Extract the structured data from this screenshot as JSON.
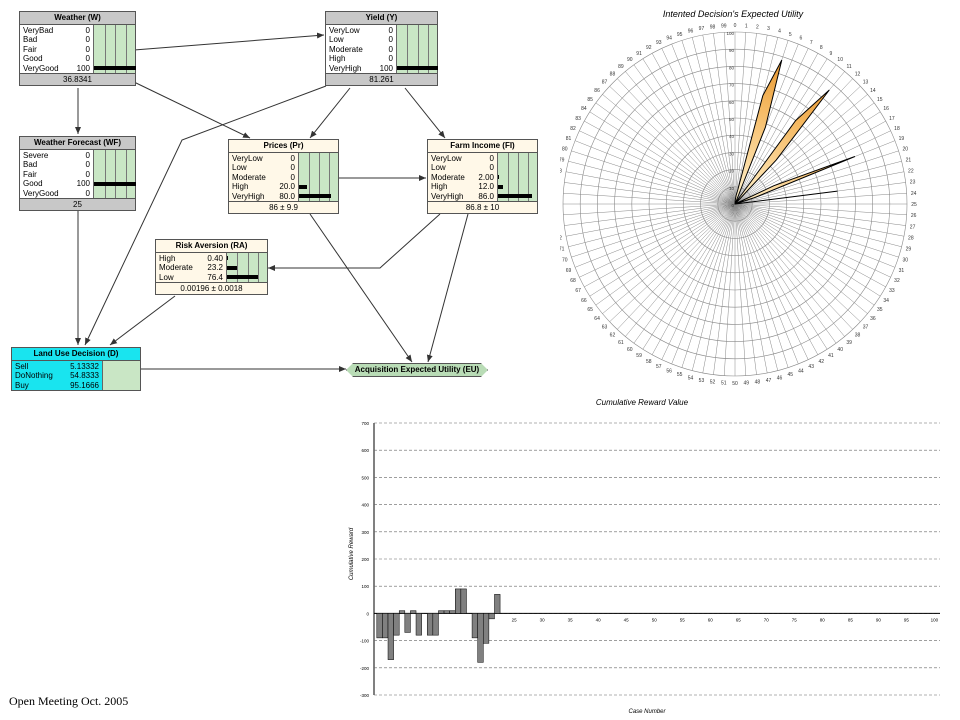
{
  "nodes": {
    "weather": {
      "title": "Weather (W)",
      "rows": [
        {
          "label": "VeryBad",
          "value": "0",
          "pct": 0
        },
        {
          "label": "Bad",
          "value": "0",
          "pct": 0
        },
        {
          "label": "Fair",
          "value": "0",
          "pct": 0
        },
        {
          "label": "Good",
          "value": "0",
          "pct": 0
        },
        {
          "label": "VeryGood",
          "value": "100",
          "pct": 100
        }
      ],
      "footer": "36.8341"
    },
    "yield": {
      "title": "Yield (Y)",
      "rows": [
        {
          "label": "VeryLow",
          "value": "0",
          "pct": 0
        },
        {
          "label": "Low",
          "value": "0",
          "pct": 0
        },
        {
          "label": "Moderate",
          "value": "0",
          "pct": 0
        },
        {
          "label": "High",
          "value": "0",
          "pct": 0
        },
        {
          "label": "VeryHigh",
          "value": "100",
          "pct": 100
        }
      ],
      "footer": "81.261"
    },
    "weather_forecast": {
      "title": "Weather Forecast (WF)",
      "rows": [
        {
          "label": "Severe",
          "value": "0",
          "pct": 0
        },
        {
          "label": "Bad",
          "value": "0",
          "pct": 0
        },
        {
          "label": "Fair",
          "value": "0",
          "pct": 0
        },
        {
          "label": "Good",
          "value": "100",
          "pct": 100
        },
        {
          "label": "VeryGood",
          "value": "0",
          "pct": 0
        }
      ],
      "footer": "25"
    },
    "prices": {
      "title": "Prices (Pr)",
      "rows": [
        {
          "label": "VeryLow",
          "value": "0",
          "pct": 0
        },
        {
          "label": "Low",
          "value": "0",
          "pct": 0
        },
        {
          "label": "Moderate",
          "value": "0",
          "pct": 0
        },
        {
          "label": "High",
          "value": "20.0",
          "pct": 20
        },
        {
          "label": "VeryHigh",
          "value": "80.0",
          "pct": 80
        }
      ],
      "footer": "86 ± 9.9"
    },
    "farm_income": {
      "title": "Farm Income (FI)",
      "rows": [
        {
          "label": "VeryLow",
          "value": "0",
          "pct": 0
        },
        {
          "label": "Low",
          "value": "0",
          "pct": 0
        },
        {
          "label": "Moderate",
          "value": "2.00",
          "pct": 2
        },
        {
          "label": "High",
          "value": "12.0",
          "pct": 12
        },
        {
          "label": "VeryHigh",
          "value": "86.0",
          "pct": 86
        }
      ],
      "footer": "86.8 ± 10"
    },
    "risk_aversion": {
      "title": "Risk Aversion (RA)",
      "rows": [
        {
          "label": "High",
          "value": "0.40",
          "pct": 0.4
        },
        {
          "label": "Moderate",
          "value": "23.2",
          "pct": 23.2
        },
        {
          "label": "Low",
          "value": "76.4",
          "pct": 76.4
        }
      ],
      "footer": "0.00196 ± 0.0018"
    },
    "land_use": {
      "title": "Land Use Decision (D)",
      "rows": [
        {
          "label": "Sell",
          "value": "5.13332"
        },
        {
          "label": "DoNothing",
          "value": "54.8333"
        },
        {
          "label": "Buy",
          "value": "95.1666"
        }
      ]
    },
    "utility": {
      "title": "Acquisition Expected Utility (EU)"
    }
  },
  "footer_text": "Open Meeting Oct. 2005",
  "colors": {
    "node_gray": "#c8c8c8",
    "bar_area": "#c9e6c5",
    "decision": "#19e4ef",
    "utility": "#b9dcb6",
    "radar_fill": "#f5b860",
    "bar_fill": "#808080"
  },
  "chart_data": [
    {
      "type": "radar",
      "title": "Intented Decision's Expected Utility",
      "categories_count": 100,
      "values": [
        0,
        2,
        5,
        8,
        65,
        88,
        48,
        0,
        0,
        3,
        60,
        86,
        35,
        0,
        0,
        0,
        0,
        0,
        25,
        75,
        12,
        0,
        0,
        60,
        0,
        0,
        0,
        0,
        0,
        0,
        0,
        0,
        0,
        0,
        0,
        0,
        0,
        0,
        0,
        0,
        0,
        0,
        0,
        0,
        0,
        0,
        0,
        0,
        0,
        0,
        0,
        0,
        0,
        0,
        0,
        0,
        0,
        0,
        0,
        0,
        0,
        0,
        0,
        0,
        0,
        0,
        0,
        0,
        0,
        0,
        0,
        0,
        0,
        0,
        0,
        0,
        0,
        0,
        0,
        0,
        0,
        0,
        0,
        0,
        0,
        0,
        0,
        0,
        0,
        0,
        0,
        0,
        0,
        0,
        0,
        0,
        0,
        0,
        0,
        0
      ],
      "rmax": 100,
      "rings": 10,
      "ring_labels": [
        "100",
        "90",
        "80",
        "70",
        "60",
        "50",
        "40",
        "30",
        "20",
        "10",
        "0"
      ]
    },
    {
      "type": "bar",
      "title": "Cumulative Reward Value",
      "xlabel": "Case Number",
      "ylabel": "Cumulative Reward",
      "ylim": [
        -300,
        700
      ],
      "yticks": [
        700,
        600,
        500,
        400,
        300,
        200,
        100,
        0,
        -100,
        -200,
        -300
      ],
      "xticks": [
        20,
        25,
        30,
        35,
        40,
        45,
        50,
        55,
        60,
        65,
        70,
        75,
        80,
        85,
        90,
        95,
        100
      ],
      "xlim": [
        0,
        101
      ],
      "x": [
        1,
        2,
        3,
        4,
        5,
        6,
        7,
        8,
        9,
        10,
        11,
        12,
        13,
        14,
        15,
        16,
        17,
        18,
        19,
        20,
        21,
        22,
        23,
        24,
        25,
        26,
        27,
        28,
        29,
        30,
        31,
        32,
        33,
        34,
        35,
        36,
        37,
        38,
        39,
        40,
        41,
        42,
        43,
        44,
        45,
        46,
        47,
        48,
        49,
        50,
        51,
        52,
        53,
        54,
        55,
        56,
        57,
        58,
        59,
        60,
        61,
        62,
        63,
        64,
        65,
        66,
        67,
        68,
        69,
        70,
        71,
        72,
        73,
        74,
        75,
        76,
        77,
        78,
        79,
        80,
        81,
        82,
        83,
        84,
        85,
        86,
        87,
        88,
        89,
        90,
        91,
        92,
        93,
        94,
        95,
        96,
        97,
        98,
        99,
        100
      ],
      "values": [
        -90,
        -90,
        -170,
        -80,
        10,
        -70,
        10,
        -80,
        0,
        -80,
        -80,
        10,
        10,
        10,
        90,
        90,
        0,
        -90,
        -180,
        -110,
        -20,
        70,
        0,
        0,
        0,
        0,
        0,
        0,
        0,
        0,
        0,
        0,
        0,
        0,
        0,
        0,
        0,
        0,
        0,
        0,
        0,
        0,
        0,
        0,
        0,
        0,
        0,
        0,
        0,
        0,
        0,
        0,
        0,
        0,
        0,
        0,
        0,
        0,
        0,
        0,
        0,
        0,
        0,
        0,
        0,
        0,
        0,
        0,
        0,
        0,
        0,
        0,
        0,
        0,
        0,
        0,
        0,
        0,
        0,
        0,
        0,
        0,
        0,
        0,
        0,
        0,
        0,
        0,
        0,
        0,
        0,
        0,
        0,
        0,
        0,
        0,
        0,
        0,
        0,
        0
      ]
    }
  ]
}
